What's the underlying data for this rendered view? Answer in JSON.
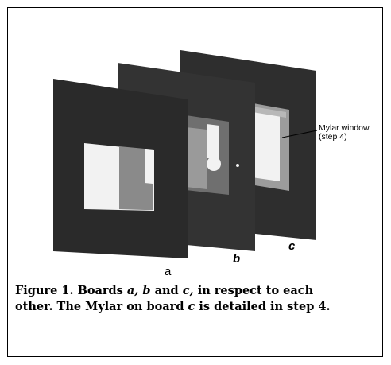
{
  "figure": {
    "board_labels": {
      "a": "a",
      "b": "b",
      "c": "c"
    },
    "callout": {
      "line1": "Mylar window",
      "line2": "(step 4)"
    },
    "colors": {
      "board": "#2e2e2e",
      "window_white": "#f2f2f2",
      "panel_gray": "#8a8a8a",
      "mylar_frame": "#9c9c9c"
    }
  },
  "caption": {
    "lead": "Figure 1.  Boards ",
    "a": "a,",
    "sep1": " ",
    "b": "b",
    "and": " and ",
    "c": "c,",
    "rest": " in respect to each other.  The Mylar on board ",
    "c2": "c",
    "tail": " is detailed in step 4."
  }
}
